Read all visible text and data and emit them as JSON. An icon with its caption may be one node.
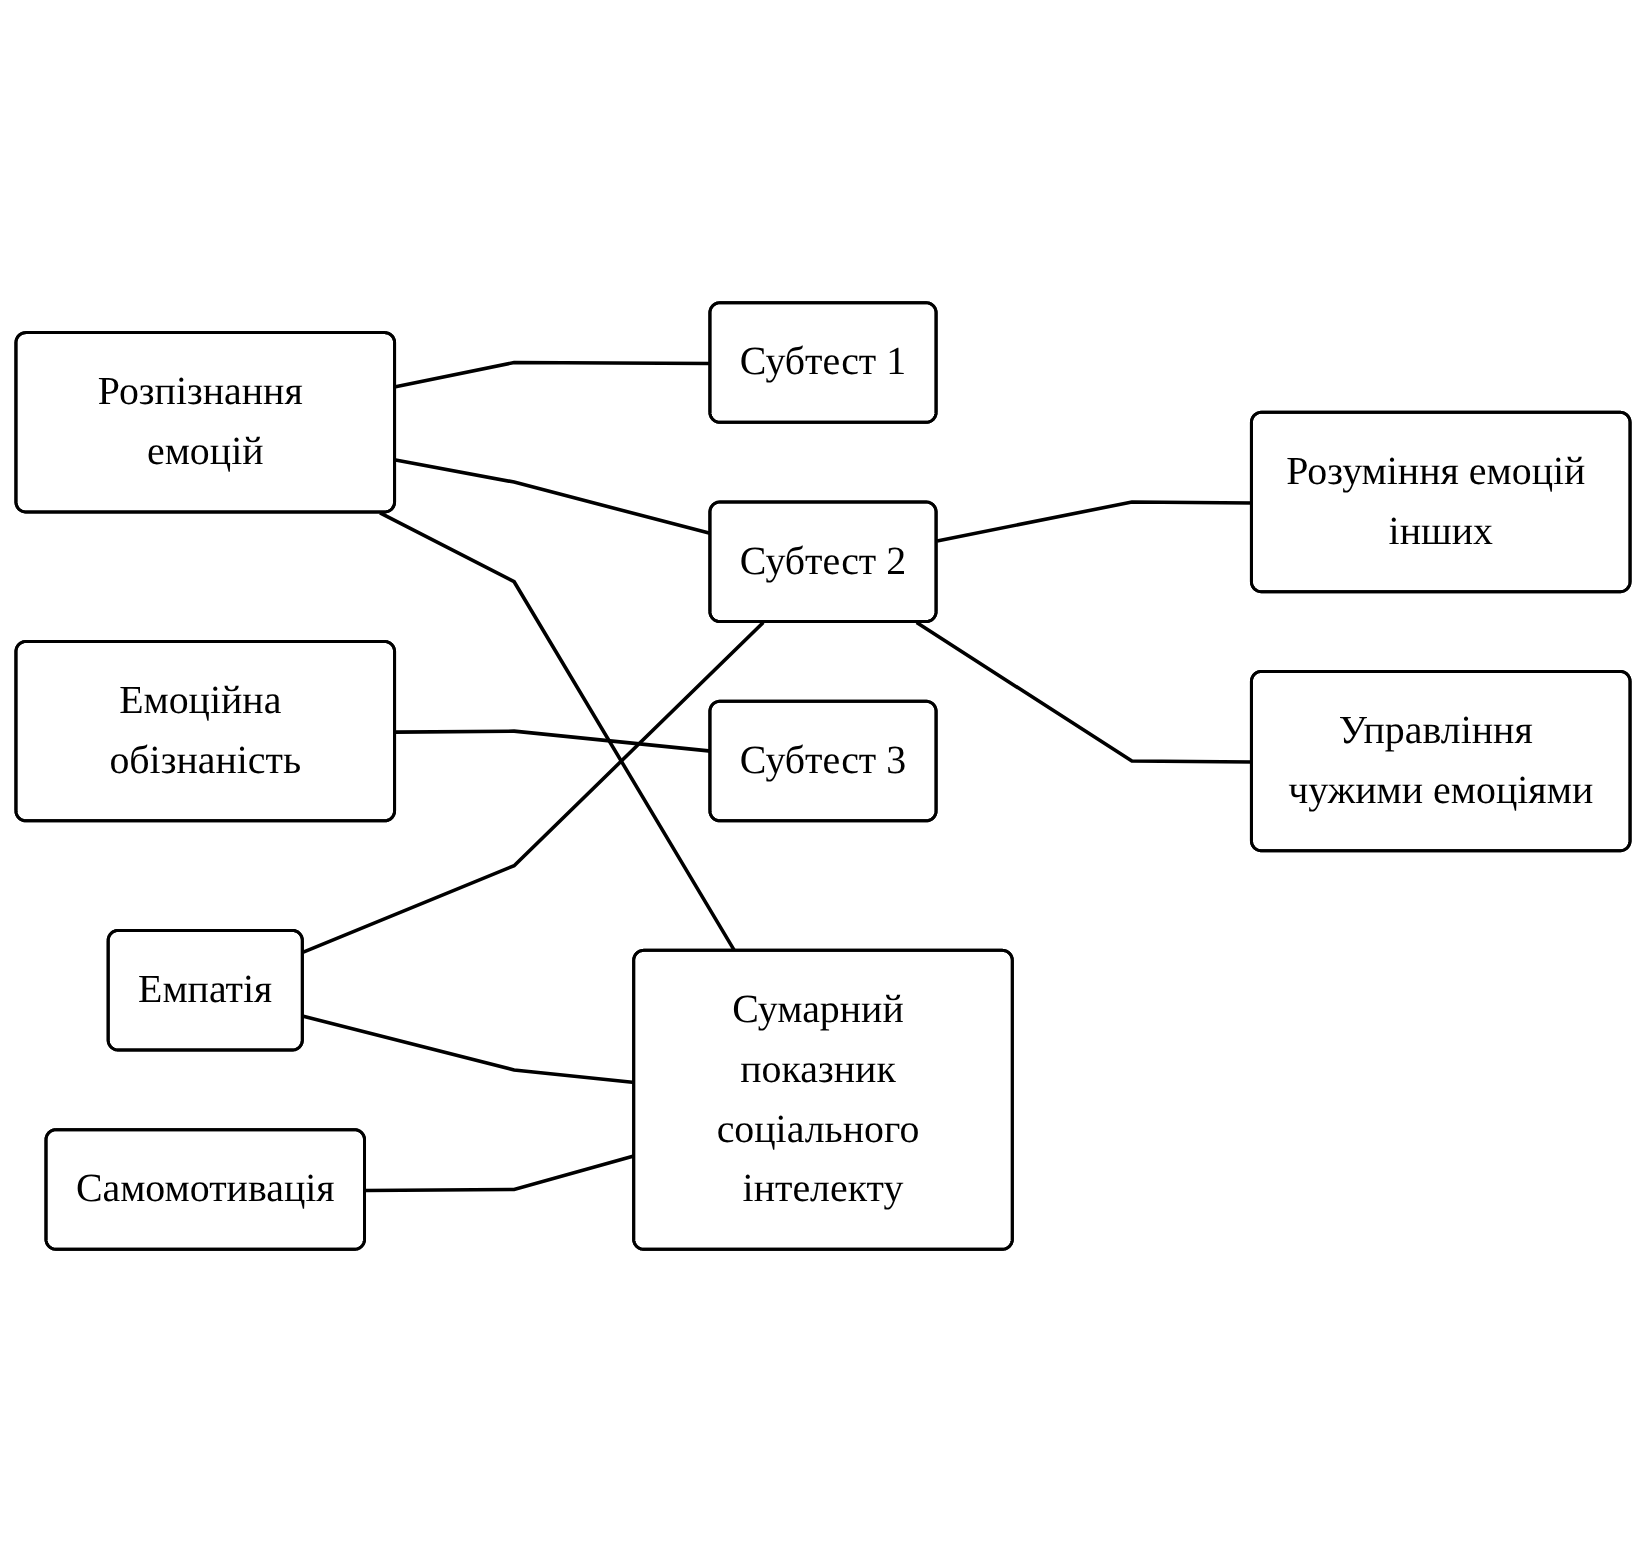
{
  "diagram": {
    "nodes": [
      {
        "text": [
          "Емоційна обізнаність"
        ]
      },
      {
        "text": [
          "Самомотивація"
        ]
      },
      {
        "text": [
          "Емпатія"
        ]
      },
      {
        "text": [
          "Розпізнання емоцій"
        ]
      },
      {
        "text": [
          "Субтест 1"
        ]
      },
      {
        "text": [
          "Субтест 2"
        ]
      },
      {
        "text": [
          "Субтест 3"
        ]
      },
      {
        "text": [
          "Сумарний показник соціального інтелекту"
        ]
      },
      {
        "text": [
          "Розуміння емоцій інших"
        ]
      },
      {
        "text": [
          "Управління чужими емоціями"
        ]
      }
    ],
    "edges": [
      {
        "from": 0,
        "to": 6,
        "arrow": "none"
      },
      {
        "from": 1,
        "to": 7,
        "arrow": "none"
      },
      {
        "from": 2,
        "to": 5,
        "arrow": "none"
      },
      {
        "from": 2,
        "to": 7,
        "arrow": "none"
      },
      {
        "from": 3,
        "to": 4,
        "arrow": "none"
      },
      {
        "from": 3,
        "to": 5,
        "arrow": "none"
      },
      {
        "from": 3,
        "to": 7,
        "arrow": "none"
      },
      {
        "from": 5,
        "to": 8,
        "arrow": "none"
      },
      {
        "from": 5,
        "to": 9,
        "arrow": "none"
      }
    ]
  }
}
